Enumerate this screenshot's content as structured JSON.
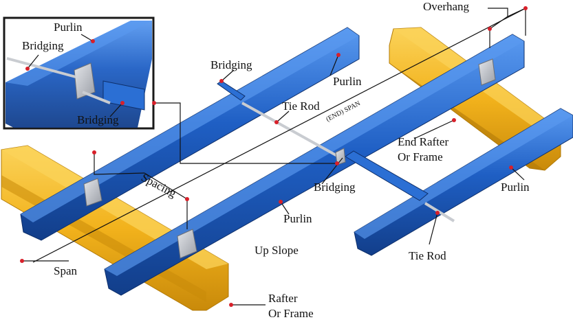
{
  "colors": {
    "purlin_blue": "#1f5fc4",
    "purlin_light": "#4a8ae6",
    "purlin_dark": "#123e8a",
    "rafter_yellow": "#f2b21c",
    "rafter_light": "#fbd35a",
    "rafter_dark": "#c98a0a",
    "tie_rod": "#c9ccd1",
    "clip_metal": "#b9bcc2",
    "marker": "#d8202a",
    "leader": "#111111",
    "inset_border": "#1a1a1a"
  },
  "labels": {
    "overhang": "Overhang",
    "inset_purlin": "Purlin",
    "inset_bridging_top": "Bridging",
    "inset_bridging_bottom": "Bridging",
    "bridging_top": "Bridging",
    "purlin_top": "Purlin",
    "tie_rod_mid": "Tie Rod",
    "span_end": "(END)  SPAN",
    "end_rafter_line1": "End Rafter",
    "end_rafter_line2": "Or Frame",
    "spacing": "Spacing",
    "bridging_mid": "Bridging",
    "purlin_right": "Purlin",
    "purlin_mid": "Purlin",
    "up_slope": "Up Slope",
    "span": "Span",
    "tie_rod_bottom": "Tie Rod",
    "rafter_line1": "Rafter",
    "rafter_line2": "Or Frame"
  }
}
